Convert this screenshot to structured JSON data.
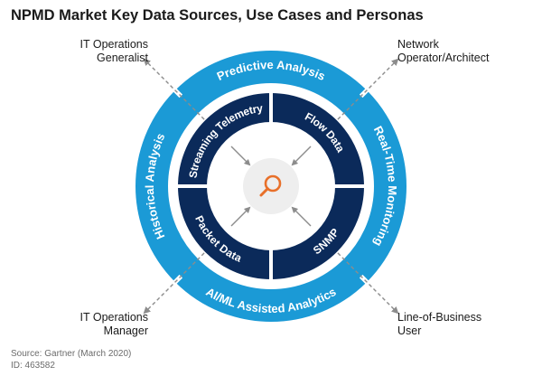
{
  "title": "NPMD Market Key Data Sources, Use Cases and Personas",
  "use_cases": {
    "top": "Predictive Analysis",
    "right": "Real-Time Monitoring",
    "bottom": "AI/ML Assisted Analytics",
    "left": "Historical Analysis"
  },
  "data_sources": {
    "top_left": "Streaming Telemetry",
    "top_right": "Flow Data",
    "bottom_left": "Packet Data",
    "bottom_right": "SNMP"
  },
  "personas": {
    "top_left_line1": "IT Operations",
    "top_left_line2": "Generalist",
    "top_right_line1": "Network",
    "top_right_line2": "Operator/Architect",
    "bottom_left_line1": "IT Operations",
    "bottom_left_line2": "Manager",
    "bottom_right_line1": "Line-of-Business",
    "bottom_right_line2": "User"
  },
  "source": {
    "line1": "Source: Gartner (March 2020)",
    "line2": "ID: 463582"
  },
  "center_icon": "magnifier-icon",
  "colors": {
    "outer_ring": "#1b9ad6",
    "inner_ring": "#0b2a5a",
    "center_disc": "#eeeeee",
    "accent": "#e8702a",
    "arrow": "#8c8c8c"
  }
}
